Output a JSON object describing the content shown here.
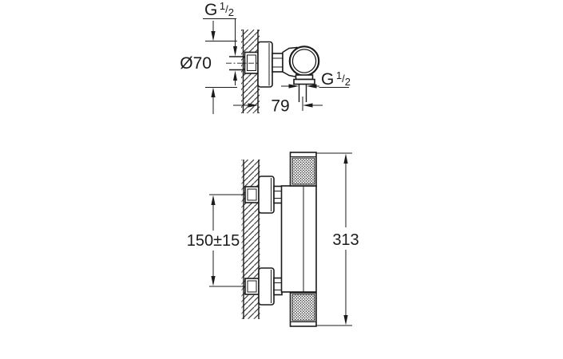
{
  "colors": {
    "line": "#1b1b1b",
    "background": "#ffffff"
  },
  "side_view": {
    "inlet_thread_label": {
      "g": "G",
      "num": "1",
      "slash": "/",
      "den": "2"
    },
    "escutcheon_diameter_label": "Ø70",
    "outlet_thread_label": {
      "g": "G",
      "num": "1",
      "slash": "/",
      "den": "2"
    },
    "wall_to_outlet_center_label": "79"
  },
  "front_view": {
    "connection_spacing_label": "150±15",
    "overall_length_label": "313"
  }
}
